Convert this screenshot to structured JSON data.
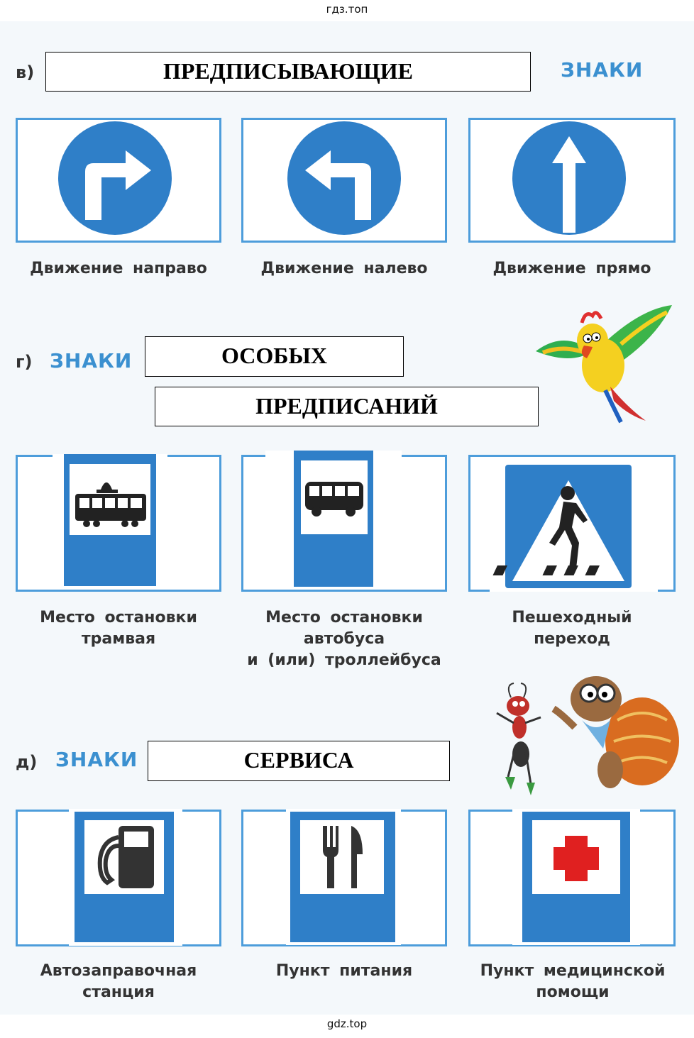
{
  "watermark_top": "гдз.топ",
  "watermark_bottom": "gdz.top",
  "sections": [
    {
      "letter": "в)",
      "answer": "ПРЕДПИСЫВАЮЩИЕ",
      "znaki": "ЗНАКИ",
      "signs": [
        {
          "caption": "Движение направо",
          "icon": "turn-right-arrow-icon"
        },
        {
          "caption": "Движение налево",
          "icon": "turn-left-arrow-icon"
        },
        {
          "caption": "Движение прямо",
          "icon": "straight-arrow-icon"
        }
      ]
    },
    {
      "letter": "г)",
      "znaki": "ЗНАКИ",
      "answer_line1": "ОСОБЫХ",
      "answer_line2": "ПРЕДПИСАНИЙ",
      "signs": [
        {
          "caption_line1": "Место остановки",
          "caption_line2": "трамвая",
          "icon": "tram-icon"
        },
        {
          "caption_line1": "Место остановки",
          "caption_line2": "автобуса",
          "caption_line3": "и (или) троллейбуса",
          "icon": "bus-icon"
        },
        {
          "caption_line1": "Пешеходный",
          "caption_line2": "переход",
          "icon": "pedestrian-icon"
        }
      ]
    },
    {
      "letter": "д)",
      "znaki": "ЗНАКИ",
      "answer": "СЕРВИСА",
      "signs": [
        {
          "caption_line1": "Автозаправочная",
          "caption_line2": "станция",
          "icon": "fuel-pump-icon"
        },
        {
          "caption_line1": "Пункт питания",
          "icon": "fork-knife-icon"
        },
        {
          "caption_line1": "Пункт медицинской",
          "caption_line2": "помощи",
          "icon": "red-cross-icon"
        }
      ]
    }
  ],
  "colors": {
    "sign_blue": "#2f7fc8",
    "frame_blue": "#4d9ddb",
    "znaki_blue": "#3b90d0",
    "cross_red": "#e02020"
  }
}
